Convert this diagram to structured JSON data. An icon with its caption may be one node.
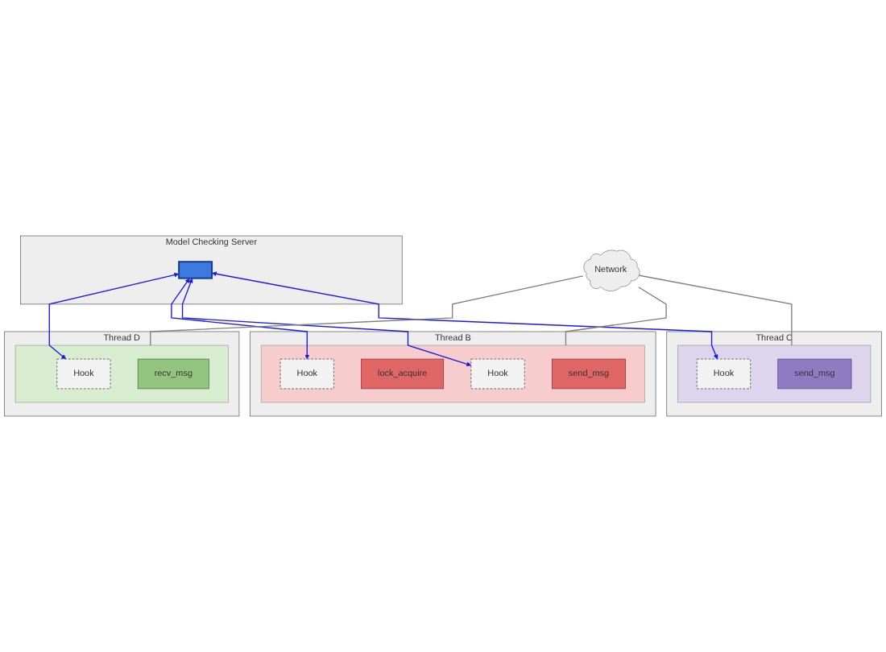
{
  "diagram": {
    "nodes": [
      {
        "text": [
          "Thread C"
        ]
      },
      {
        "text": [],
        "shape": "box",
        "in": 0
      },
      {
        "text": [
          "Hook"
        ],
        "in": 1
      },
      {
        "text": [
          "send_msg"
        ],
        "in": 1
      },
      {
        "text": [
          "Thread B"
        ]
      },
      {
        "text": [],
        "shape": "box",
        "in": 4
      },
      {
        "text": [
          "Hook"
        ],
        "in": 5
      },
      {
        "text": [
          "lock_acquire"
        ],
        "in": 5
      },
      {
        "text": [
          "Hook"
        ],
        "in": 5
      },
      {
        "text": [
          "send_msg"
        ],
        "in": 5
      },
      {
        "text": [
          "Network"
        ]
      },
      {
        "text": [
          "Thread D"
        ]
      },
      {
        "text": [],
        "shape": "box",
        "in": 11
      },
      {
        "text": [
          "Hook"
        ],
        "in": 12
      },
      {
        "text": [
          "recv_msg"
        ],
        "in": 12
      },
      {
        "text": [
          "Model Checking Server"
        ]
      },
      {
        "text": [],
        "shape": "box",
        "in": 15
      }
    ],
    "edges": [
      {
        "from": 16,
        "to": 2,
        "arrow": "both"
      },
      {
        "from": 16,
        "to": 6,
        "arrow": "both"
      },
      {
        "from": 16,
        "to": 8,
        "arrow": "both"
      },
      {
        "from": 16,
        "to": 13,
        "arrow": "both"
      },
      {
        "from": 10,
        "to": 1,
        "arrow": "none",
        "color": "#808080"
      },
      {
        "from": 10,
        "to": 5,
        "arrow": "none",
        "color": "#808080"
      },
      {
        "from": 10,
        "to": 12,
        "arrow": "none",
        "color": "#808080"
      }
    ]
  }
}
